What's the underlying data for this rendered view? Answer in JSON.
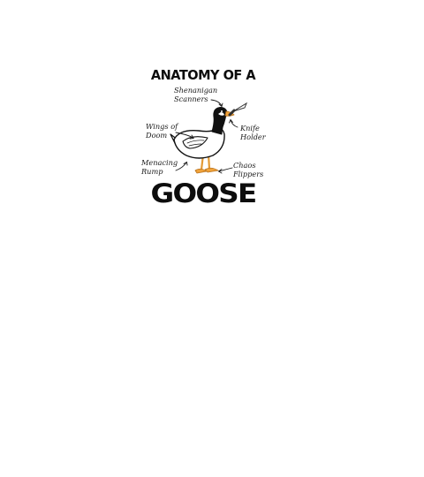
{
  "poster": {
    "title_top": "ANATOMY OF A",
    "title_bottom": "GOOSE",
    "labels": {
      "shenanigan": "Shenanigan\nScanners",
      "wings": "Wings of\nDoom",
      "knife": "Knife\nHolder",
      "menacing": "Menacing\nRump",
      "chaos": "Chaos\nFlippers"
    },
    "icons": {
      "goose": "goose-illustration",
      "knife": "knife-icon",
      "arrows": "curved-arrow-icon"
    },
    "colors": {
      "ink": "#0d0d0d",
      "beak": "#f0a23a",
      "body": "#ffffff",
      "neck": "#111111"
    }
  }
}
